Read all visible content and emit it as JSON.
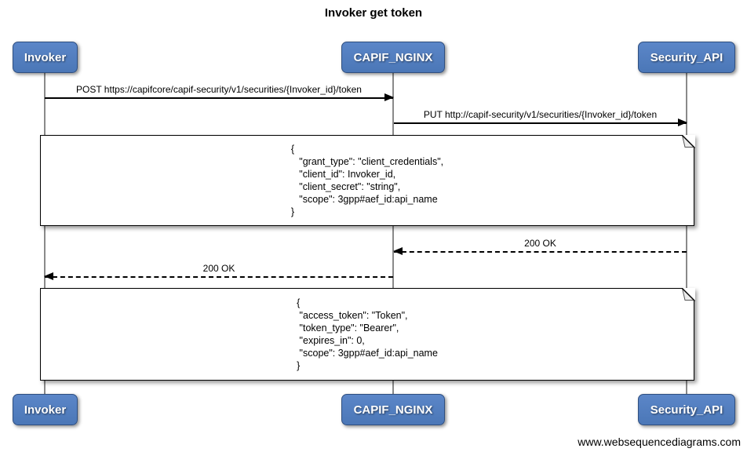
{
  "diagram": {
    "title": "Invoker get token",
    "footer": "www.websequencediagrams.com",
    "colors": {
      "actor_fill": "#4b77b7",
      "actor_border": "#2f4f80",
      "lifeline": "#8a8a8a",
      "note_fill": "#ffffff",
      "line": "#000000"
    }
  },
  "actors": [
    {
      "label": "Invoker"
    },
    {
      "label": "CAPIF_NGINX"
    },
    {
      "label": "Security_API"
    }
  ],
  "messages": [
    {
      "label": "POST https://capifcore/capif-security/v1/securities/{Invoker_id}/token",
      "from": "Invoker",
      "to": "CAPIF_NGINX",
      "style": "solid"
    },
    {
      "label": "PUT http://capif-security/v1/securities/{Invoker_id}/token",
      "from": "CAPIF_NGINX",
      "to": "Security_API",
      "style": "solid"
    },
    {
      "label": "200 OK",
      "from": "Security_API",
      "to": "CAPIF_NGINX",
      "style": "dashed"
    },
    {
      "label": "200 OK",
      "from": "CAPIF_NGINX",
      "to": "Invoker",
      "style": "dashed"
    }
  ],
  "notes": [
    {
      "text": "{\n   \"grant_type\": \"client_credentials\",\n   \"client_id\": Invoker_id,\n   \"client_secret\": \"string\",\n   \"scope\": 3gpp#aef_id:api_name\n}"
    },
    {
      "text": "{\n \"access_token\": \"Token\",\n \"token_type\": \"Bearer\",\n \"expires_in\": 0,\n \"scope\": 3gpp#aef_id:api_name\n}"
    }
  ]
}
